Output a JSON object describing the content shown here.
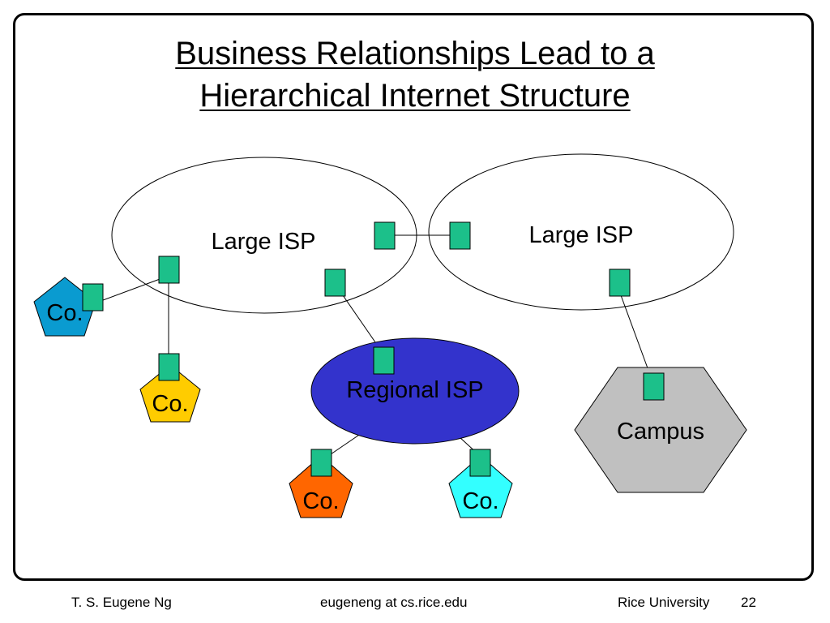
{
  "slide": {
    "title_line1": "Business Relationships Lead to a",
    "title_line2": "Hierarchical Internet Structure"
  },
  "diagram": {
    "nodes": {
      "large_isp_left": "Large ISP",
      "large_isp_right": "Large ISP",
      "regional_isp": "Regional ISP",
      "campus": "Campus",
      "co_blue": "Co.",
      "co_yellow": "Co.",
      "co_orange": "Co.",
      "co_cyan": "Co."
    },
    "colors": {
      "router": "#1cc08a",
      "regional_isp": "#3333cc",
      "campus": "#c0c0c0",
      "co_blue": "#0a9bd0",
      "co_yellow": "#ffcc00",
      "co_orange": "#ff6600",
      "co_cyan": "#33ffff"
    },
    "icons": [
      "router-icon"
    ]
  },
  "footer": {
    "author": "T. S. Eugene Ng",
    "email": "eugeneng at cs.rice.edu",
    "institution": "Rice University",
    "page_number": "22"
  }
}
